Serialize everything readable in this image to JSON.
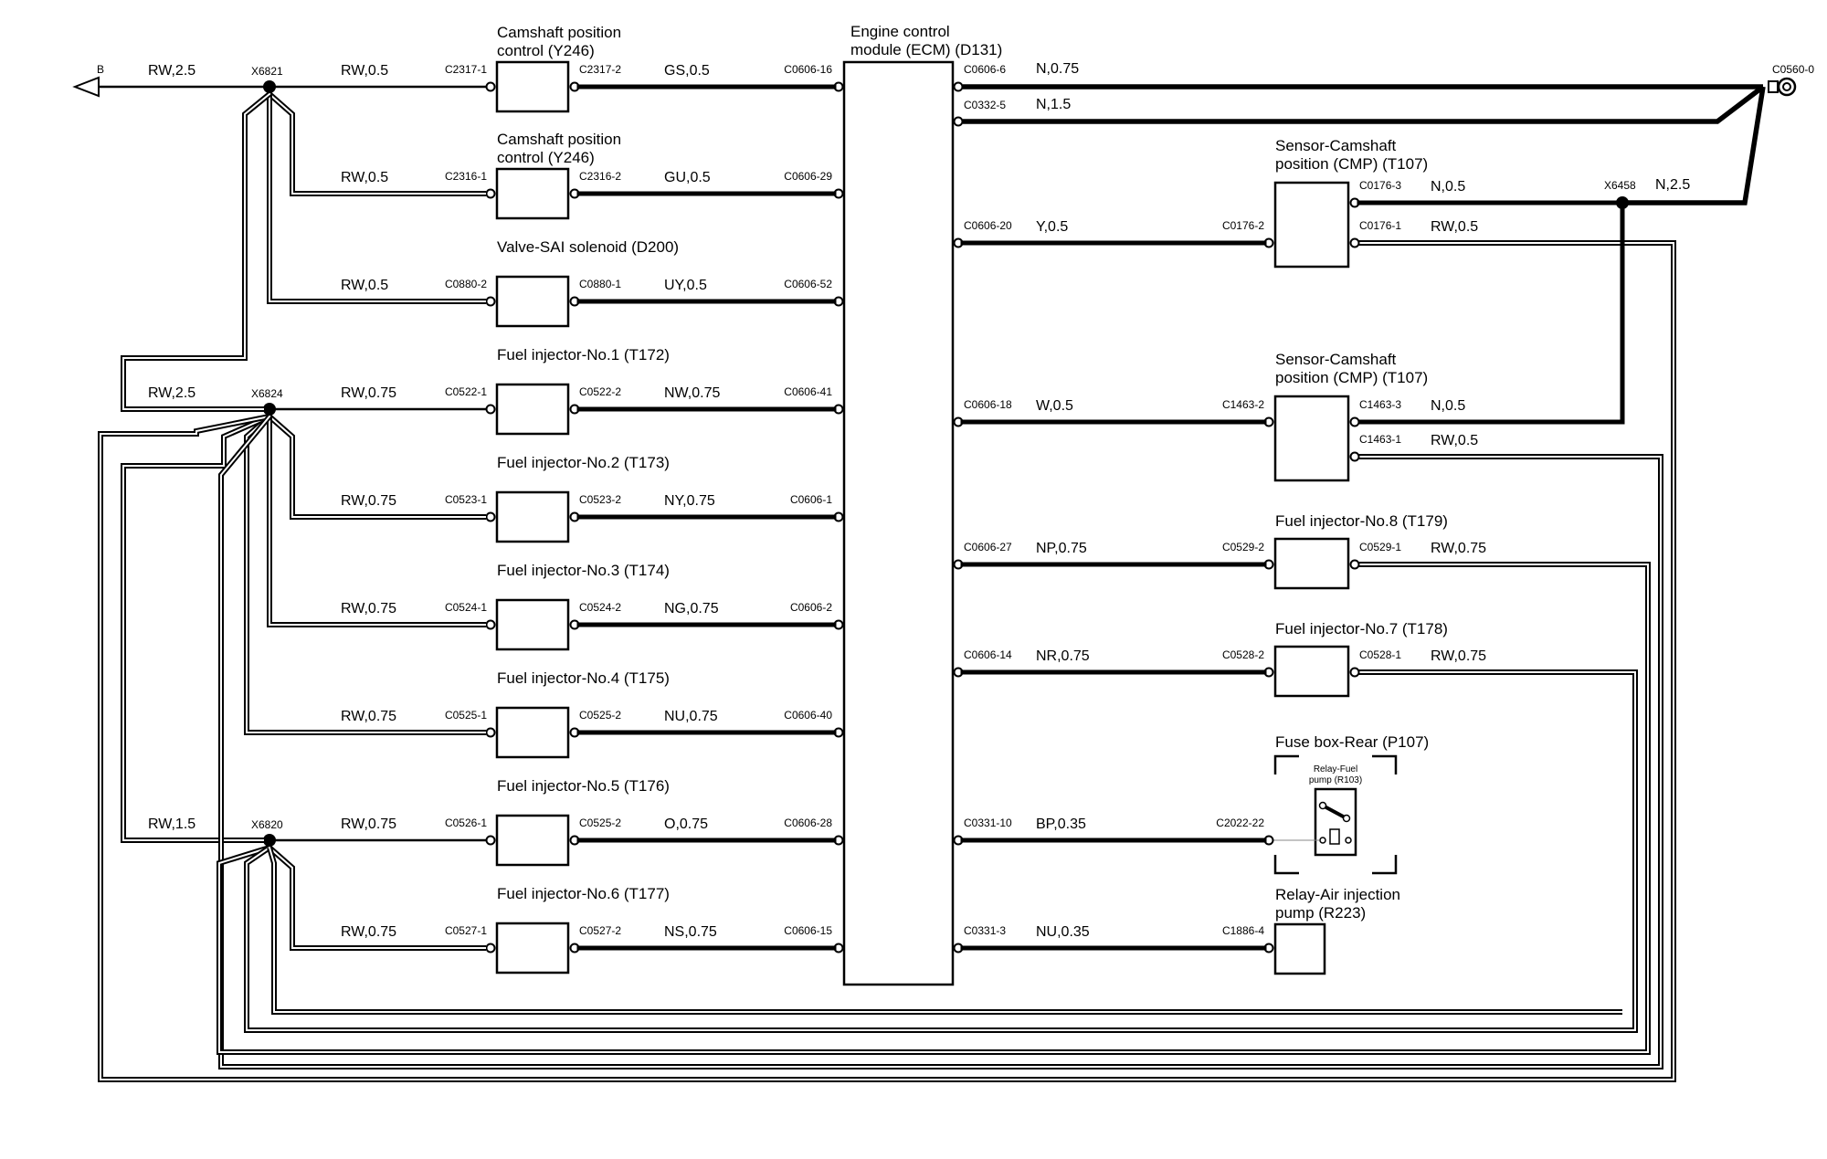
{
  "diagram": {
    "ecm": {
      "title1": "Engine control",
      "title2": "module (ECM) (D131)"
    },
    "left_components": [
      {
        "key": "cmp-y246-a",
        "title1": "Camshaft position",
        "title2": "control (Y246)",
        "in_wire": "RW,0.5",
        "in_conn": "C2317-1",
        "out_conn": "C2317-2",
        "out_wire": "GS,0.5",
        "ecm_conn": "C0606-16"
      },
      {
        "key": "cmp-y246-b",
        "title1": "Camshaft position",
        "title2": "control (Y246)",
        "in_wire": "RW,0.5",
        "in_conn": "C2316-1",
        "out_conn": "C2316-2",
        "out_wire": "GU,0.5",
        "ecm_conn": "C0606-29"
      },
      {
        "key": "valve-sai",
        "title1": "Valve-SAI solenoid (D200)",
        "title2": "",
        "in_wire": "RW,0.5",
        "in_conn": "C0880-2",
        "out_conn": "C0880-1",
        "out_wire": "UY,0.5",
        "ecm_conn": "C0606-52"
      },
      {
        "key": "injector-1",
        "title1": "Fuel injector-No.1 (T172)",
        "title2": "",
        "in_wire": "RW,0.75",
        "in_conn": "C0522-1",
        "out_conn": "C0522-2",
        "out_wire": "NW,0.75",
        "ecm_conn": "C0606-41"
      },
      {
        "key": "injector-2",
        "title1": "Fuel injector-No.2 (T173)",
        "title2": "",
        "in_wire": "RW,0.75",
        "in_conn": "C0523-1",
        "out_conn": "C0523-2",
        "out_wire": "NY,0.75",
        "ecm_conn": "C0606-1"
      },
      {
        "key": "injector-3",
        "title1": "Fuel injector-No.3 (T174)",
        "title2": "",
        "in_wire": "RW,0.75",
        "in_conn": "C0524-1",
        "out_conn": "C0524-2",
        "out_wire": "NG,0.75",
        "ecm_conn": "C0606-2"
      },
      {
        "key": "injector-4",
        "title1": "Fuel injector-No.4 (T175)",
        "title2": "",
        "in_wire": "RW,0.75",
        "in_conn": "C0525-1",
        "out_conn": "C0525-2",
        "out_wire": "NU,0.75",
        "ecm_conn": "C0606-40"
      },
      {
        "key": "injector-5",
        "title1": "Fuel injector-No.5 (T176)",
        "title2": "",
        "in_wire": "RW,0.75",
        "in_conn": "C0526-1",
        "out_conn": "C0525-2",
        "out_wire": "O,0.75",
        "ecm_conn": "C0606-28"
      },
      {
        "key": "injector-6",
        "title1": "Fuel injector-No.6 (T177)",
        "title2": "",
        "in_wire": "RW,0.75",
        "in_conn": "C0527-1",
        "out_conn": "C0527-2",
        "out_wire": "NS,0.75",
        "ecm_conn": "C0606-15"
      }
    ],
    "splices": [
      {
        "name": "X6821",
        "feed_wire": "RW,2.5",
        "end_label": "B"
      },
      {
        "name": "X6824",
        "feed_wire": "RW,2.5"
      },
      {
        "name": "X6820",
        "feed_wire": "RW,1.5"
      }
    ],
    "ground": {
      "ecm_conn_1": "C0606-6",
      "wire_1": "N,0.75",
      "ecm_conn_2": "C0332-5",
      "wire_2": "N,1.5",
      "eyelet": "C0560-0"
    },
    "right_components": [
      {
        "key": "cmp-sensor-a",
        "title1": "Sensor-Camshaft",
        "title2": "position (CMP) (T107)",
        "ecm_conn": "C0606-20",
        "ecm_wire": "Y,0.5",
        "in_conn": "C0176-2",
        "gnd_conn": "C0176-3",
        "gnd_wire": "N,0.5",
        "pwr_conn": "C0176-1",
        "pwr_wire": "RW,0.5"
      },
      {
        "key": "cmp-sensor-b",
        "title1": "Sensor-Camshaft",
        "title2": "position (CMP) (T107)",
        "ecm_conn": "C0606-18",
        "ecm_wire": "W,0.5",
        "in_conn": "C1463-2",
        "gnd_conn": "C1463-3",
        "gnd_wire": "N,0.5",
        "pwr_conn": "C1463-1",
        "pwr_wire": "RW,0.5"
      },
      {
        "key": "injector-8",
        "title1": "Fuel injector-No.8 (T179)",
        "title2": "",
        "ecm_conn": "C0606-27",
        "ecm_wire": "NP,0.75",
        "in_conn": "C0529-2",
        "pwr_conn": "C0529-1",
        "pwr_wire": "RW,0.75"
      },
      {
        "key": "injector-7",
        "title1": "Fuel injector-No.7 (T178)",
        "title2": "",
        "ecm_conn": "C0606-14",
        "ecm_wire": "NR,0.75",
        "in_conn": "C0528-2",
        "pwr_conn": "C0528-1",
        "pwr_wire": "RW,0.75"
      }
    ],
    "ground_splice": {
      "name": "X6458",
      "wire": "N,2.5"
    },
    "fuse_box": {
      "title": "Fuse box-Rear (P107)",
      "relay_line1": "Relay-Fuel",
      "relay_line2": "pump (R103)",
      "ecm_conn": "C0331-10",
      "wire": "BP,0.35",
      "conn": "C2022-22"
    },
    "air_relay": {
      "title1": "Relay-Air injection",
      "title2": "pump (R223)",
      "ecm_conn": "C0331-3",
      "wire": "NU,0.35",
      "conn": "C1886-4"
    }
  }
}
